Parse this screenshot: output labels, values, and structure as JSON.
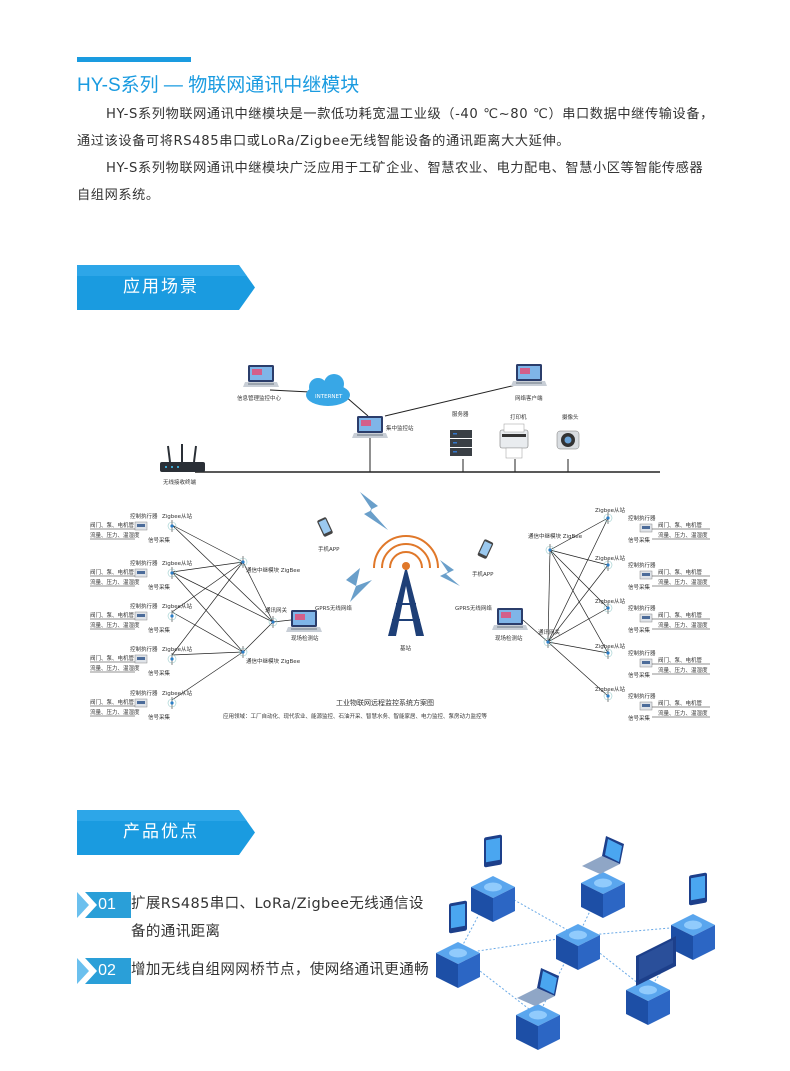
{
  "header": {
    "title": "HY-S系列 — 物联网通讯中继模块",
    "paragraphs": [
      "HY-S系列物联网通讯中继模块是一款低功耗宽温工业级（-40 ℃~80 ℃）串口数据中继传输设备，通过该设备可将RS485串口或LoRa/Zigbee无线智能设备的通讯距离大大延伸。",
      "HY-S系列物联网通讯中继模块广泛应用于工矿企业、智慧农业、电力配电、智慧小区等智能传感器自组网系统。"
    ]
  },
  "section_application": {
    "label": "应用场景"
  },
  "diagram": {
    "info_center": "信息管理监控中心",
    "internet": "INTERNET",
    "net_client": "网络客户端",
    "central_monitor": "集中监控站",
    "server": "服务器",
    "printer": "打印机",
    "camera": "摄像头",
    "wireless_terminal": "无线接收终端",
    "mobile_app_left": "手机APP",
    "mobile_app_right": "手机APP",
    "base_station": "基站",
    "gprs_left": "GPRS无线网络",
    "gprs_right": "GPRS无线网络",
    "field_station_left": "现场检测站",
    "field_station_right": "现场检测站",
    "gateway_left": "通讯网关",
    "gateway_right": "通讯网关",
    "relay_left_top": "通信中继模块 ZigBee",
    "relay_left_bottom": "通信中继模块 ZigBee",
    "relay_right_top": "通信中继模块 ZigBee",
    "control_executor": "控制执行器",
    "zigbee_slave": "Zigbee从站",
    "valve_text": "阀门、泵、电机管",
    "flow_text": "流量、压力、温湿度",
    "signal_text": "信号采集",
    "caption": "工业物联网远程监控系统方案图",
    "fields": "应用领域：工厂自动化、现代农业、能源监控、石油开采、智慧水务、智能家居、电力监控、泵房动力监控等"
  },
  "section_advantage": {
    "label": "产品优点"
  },
  "features": [
    {
      "num": "01",
      "text": "扩展RS485串口、LoRa/Zigbee无线通信设备的通讯距离"
    },
    {
      "num": "02",
      "text": "增加无线自组网网桥节点，使网络通讯更通畅"
    }
  ],
  "colors": {
    "accent": "#1a9be0",
    "badge": "#2a9fd8"
  }
}
